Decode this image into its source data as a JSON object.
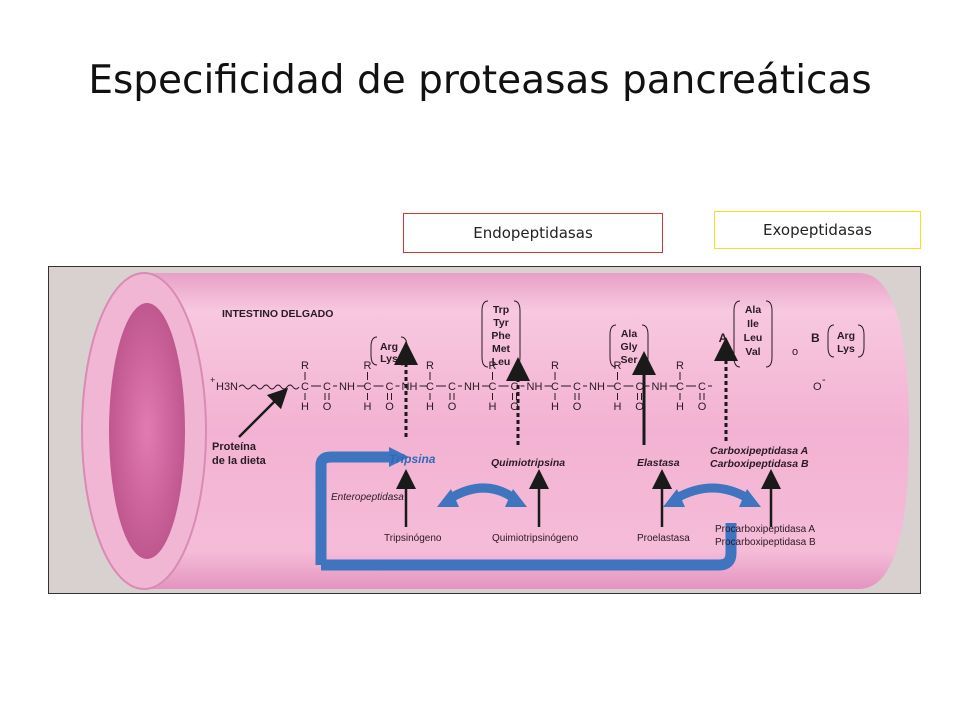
{
  "slide": {
    "title": "Especificidad de proteasas pancreáticas",
    "labels": {
      "endopeptidases": "Endopeptidasas",
      "exopeptidases": "Exopeptidasas"
    }
  },
  "diagram": {
    "header": "INTESTINO DELGADO",
    "protein": {
      "line1": "Proteína",
      "line2": "de la dieta"
    },
    "chain": {
      "n_terminus_charge": "+",
      "n_terminus": "H3N",
      "residues": [
        {
          "r": "R",
          "h": "H",
          "o": "O"
        },
        {
          "r": "R",
          "h": "H",
          "o": "O"
        },
        {
          "r": "R",
          "h": "H",
          "o": "O"
        },
        {
          "r": "R",
          "h": "H",
          "o": "O"
        },
        {
          "r": "R",
          "h": "H",
          "o": "O"
        },
        {
          "r": "R",
          "h": "H",
          "o": "O"
        },
        {
          "r": "R",
          "h": "H",
          "o": "O"
        }
      ],
      "c_terminus": "O",
      "c_terminus_charge": "-",
      "carbon": "C",
      "nh": "NH"
    },
    "specificity": {
      "trypsin": [
        "Arg",
        "Lys"
      ],
      "chymotrypsin": [
        "Trp",
        "Tyr",
        "Phe",
        "Met",
        "Leu"
      ],
      "elastase": [
        "Ala",
        "Gly",
        "Ser"
      ],
      "carboxy_a_letter": "A",
      "carboxy_a": [
        "Ala",
        "Ile",
        "Leu",
        "Val"
      ],
      "connector": "o",
      "carboxy_b_letter": "B",
      "carboxy_b": [
        "Arg",
        "Lys"
      ]
    },
    "enzymes": {
      "tripsina": "Tripsina",
      "quimiotripsina": "Quimiotripsina",
      "elastasa": "Elastasa",
      "carboxi_a": "Carboxipeptidasa A",
      "carboxi_b": "Carboxipeptidasa B",
      "enteropeptidasa": "Enteropeptidasa"
    },
    "zymogens": {
      "tripsinogeno": "Tripsinógeno",
      "quimiotripsinogeno": "Quimiotripsinógeno",
      "proelastasa": "Proelastasa",
      "procarboxi_a": "Procarboxipeptidasa A",
      "procarboxi_b": "Procarboxipeptidasa B"
    },
    "colors": {
      "intestine": "#efa9cd",
      "intestine_dark": "#d97aab",
      "activation_arrows": "#3f74bf",
      "text": "#2a1a24",
      "trypsin_label": "#2d6bb8"
    }
  }
}
